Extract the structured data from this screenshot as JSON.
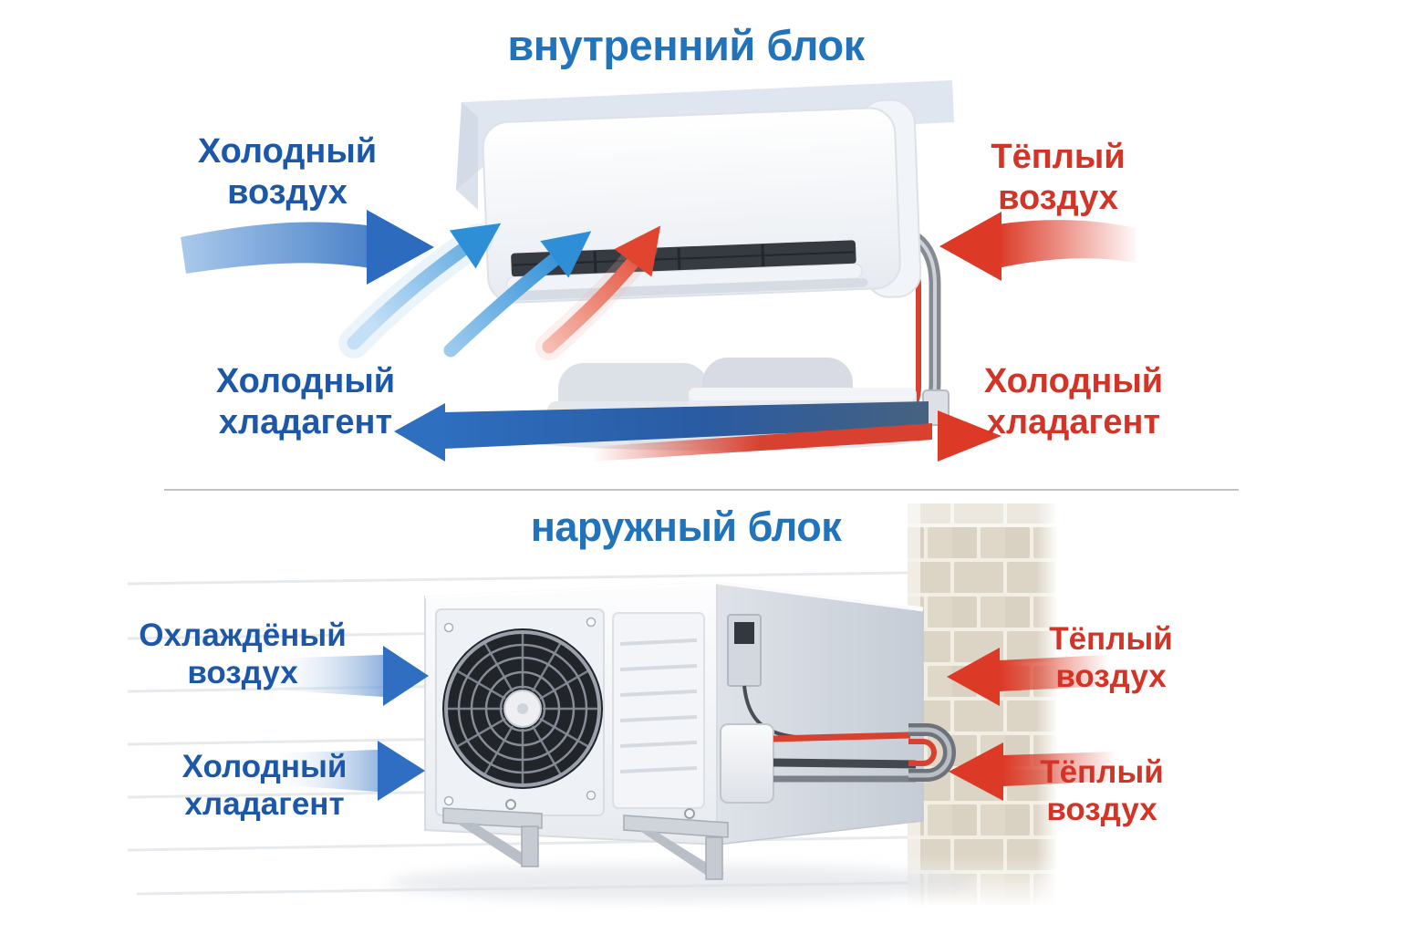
{
  "indoor": {
    "title": "внутренний блок",
    "labels": {
      "cold_air": "Холодный\nвоздух",
      "cold_refrigerant_left": "Холодный\nхладагент",
      "warm_air": "Тёплый\nвоздух",
      "cold_refrigerant_right": "Холодный\nхладагент"
    }
  },
  "outdoor": {
    "title": "наружный блок",
    "labels": {
      "cooled_air": "Охлаждёный\nвоздух",
      "cold_refrigerant": "Холодный\nхладагент",
      "warm_air_top": "Тёплый\nвоздух",
      "warm_air_bottom": "Тёплый\nвоздух"
    }
  },
  "colors": {
    "title_blue": "#2173bb",
    "label_blue": "#1c57a8",
    "label_red": "#d23527",
    "arrow_blue_dark": "#2c6bbd",
    "arrow_blue_light": "#aac9ec",
    "arrow_swoosh_blue": "#2f8fd6",
    "arrow_red": "#dc3a27",
    "pipe_red": "#d8402f",
    "pipe_gray": "#868b93",
    "vent_dark": "#363b42",
    "brick_fill": "#dcd4c5",
    "brick_mortar": "#f2eee4",
    "divider_gray": "#bfc1c3"
  }
}
